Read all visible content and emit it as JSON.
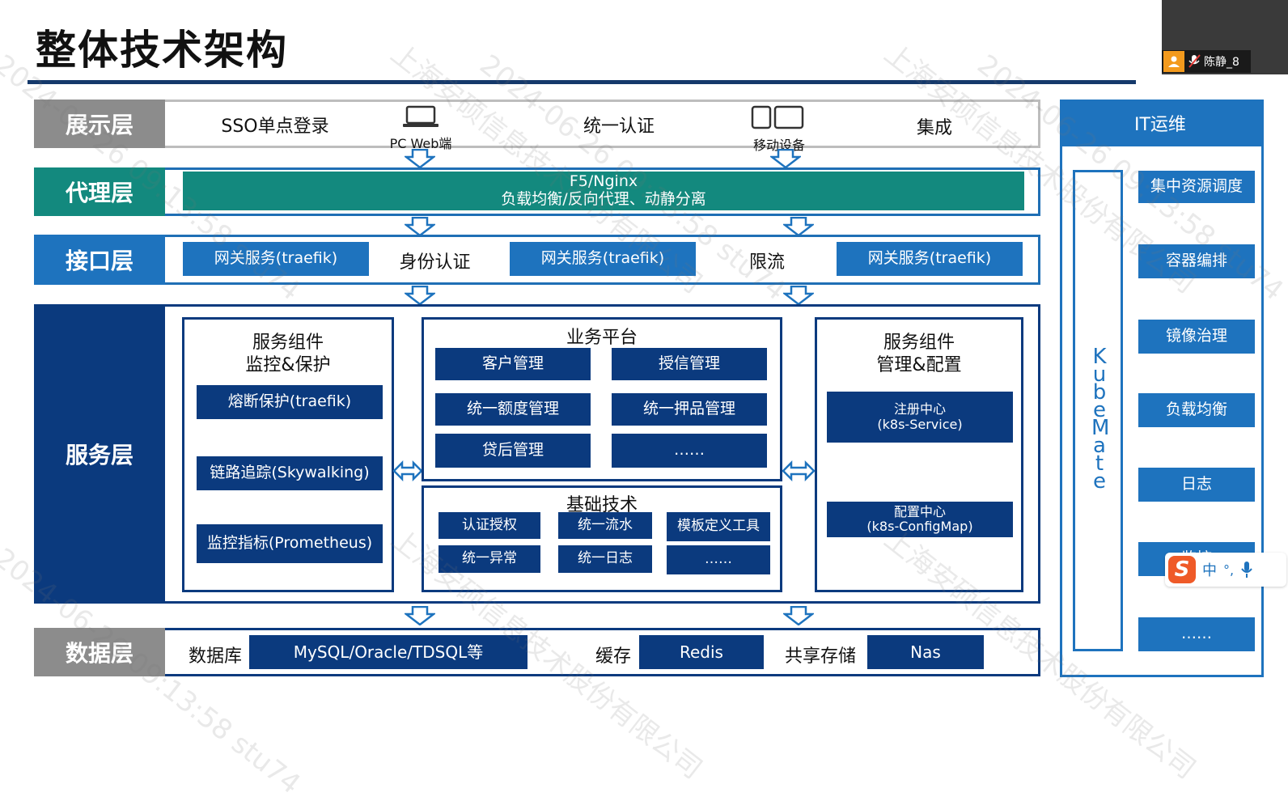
{
  "title": "整体技术架构",
  "layers": {
    "display": "展示层",
    "proxy": "代理层",
    "interface": "接口层",
    "service": "服务层",
    "data": "数据层"
  },
  "display_row": {
    "sso": "SSO单点登录",
    "pc_web": "PC Web端",
    "unified_auth": "统一认证",
    "mobile": "移动设备",
    "integration": "集成"
  },
  "proxy_row": {
    "line1": "F5/Nginx",
    "line2": "负载均衡/反向代理、动静分离"
  },
  "interface_row": {
    "gateway1": "网关服务(traefik)",
    "identity_auth": "身份认证",
    "gateway2": "网关服务(traefik)",
    "rate_limit": "限流",
    "gateway3": "网关服务(traefik)"
  },
  "service_row": {
    "monitor": {
      "title1": "服务组件",
      "title2": "监控&保护",
      "items": [
        "熔断保护(traefik)",
        "链路追踪(Skywalking)",
        "监控指标(Prometheus)"
      ]
    },
    "business": {
      "title": "业务平台",
      "items": [
        "客户管理",
        "授信管理",
        "统一额度管理",
        "统一押品管理",
        "贷后管理",
        "……"
      ]
    },
    "foundation": {
      "title": "基础技术",
      "items": [
        "认证授权",
        "统一流水",
        "模板定义工具",
        "统一异常",
        "统一日志",
        "……"
      ]
    },
    "config": {
      "title1": "服务组件",
      "title2": "管理&配置",
      "registry1": "注册中心",
      "registry2": "(k8s-Service)",
      "configcenter1": "配置中心",
      "configcenter2": "(k8s-ConfigMap)"
    }
  },
  "data_row": {
    "database_label": "数据库",
    "database_value": "MySQL/Oracle/TDSQL等",
    "cache_label": "缓存",
    "cache_value": "Redis",
    "storage_label": "共享存储",
    "storage_value": "Nas"
  },
  "it_ops": {
    "title": "IT运维",
    "kubemate": "KubeMate",
    "items": [
      "集中资源调度",
      "容器编排",
      "镜像治理",
      "负载均衡",
      "日志",
      "监控",
      "……"
    ]
  },
  "video_overlay": {
    "user": "陈静_8"
  },
  "ime_bar": {
    "logo": "S",
    "lang": "中",
    "punct": "°,"
  },
  "watermark": {
    "company": "上海安硕信息技术股份有限公司",
    "stamp": "2024-06-26 09:13:58 stu74"
  },
  "colors": {
    "navy": "#0b3a7e",
    "blue": "#1e73be",
    "teal": "#13897e",
    "gray_label": "#8c8c8c",
    "border": "#1f6fb5"
  }
}
